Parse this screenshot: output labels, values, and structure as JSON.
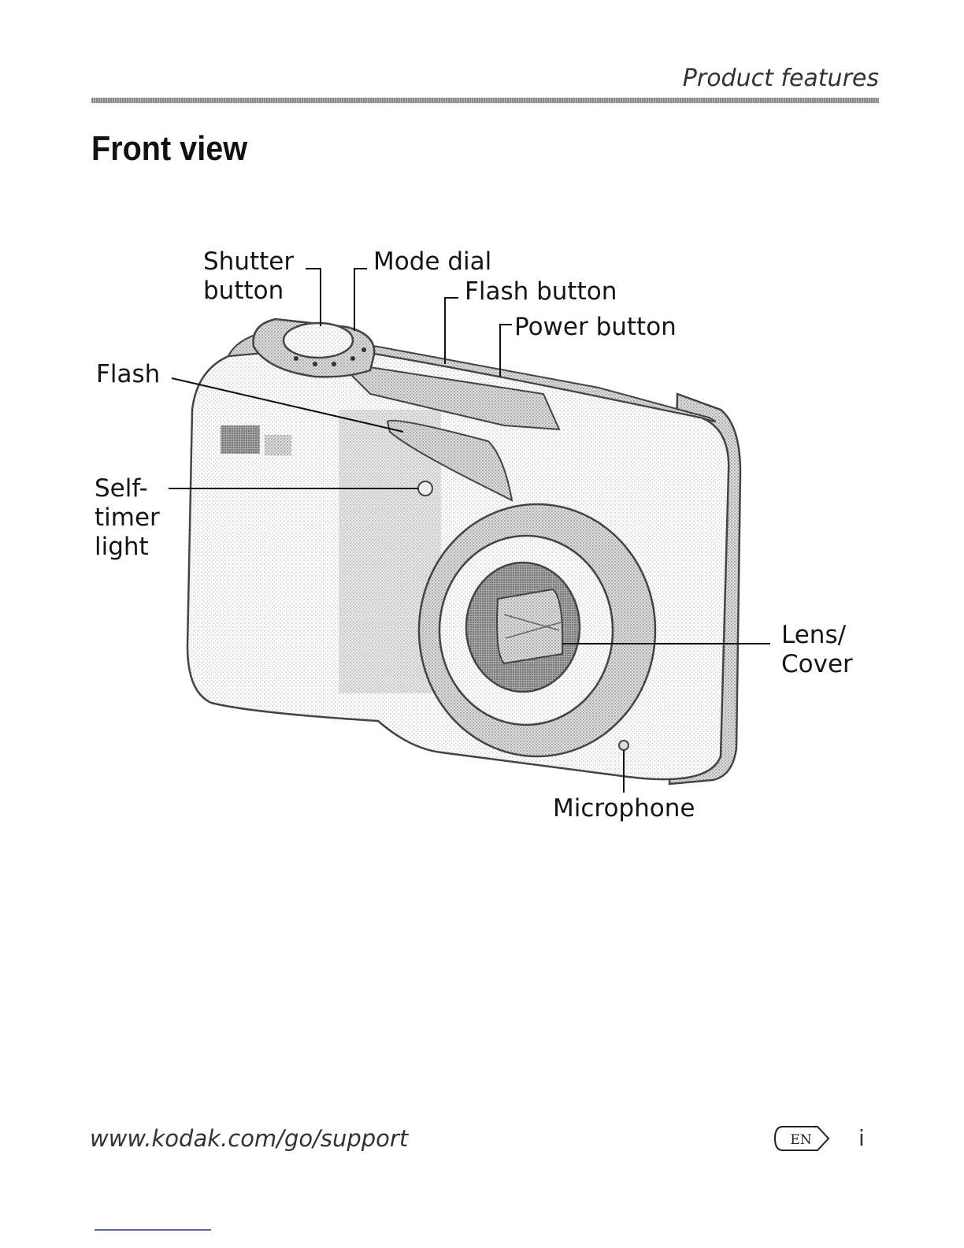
{
  "header": {
    "section": "Product features"
  },
  "title": "Front view",
  "callouts": {
    "shutter": "Shutter\nbutton",
    "mode_dial": "Mode dial",
    "flash_button": "Flash button",
    "power_button": "Power button",
    "flash": "Flash",
    "self_timer": "Self-\ntimer\nlight",
    "lens": "Lens/\nCover",
    "microphone": "Microphone"
  },
  "footer": {
    "url": "www.kodak.com/go/support",
    "language": "EN",
    "page": "i"
  }
}
